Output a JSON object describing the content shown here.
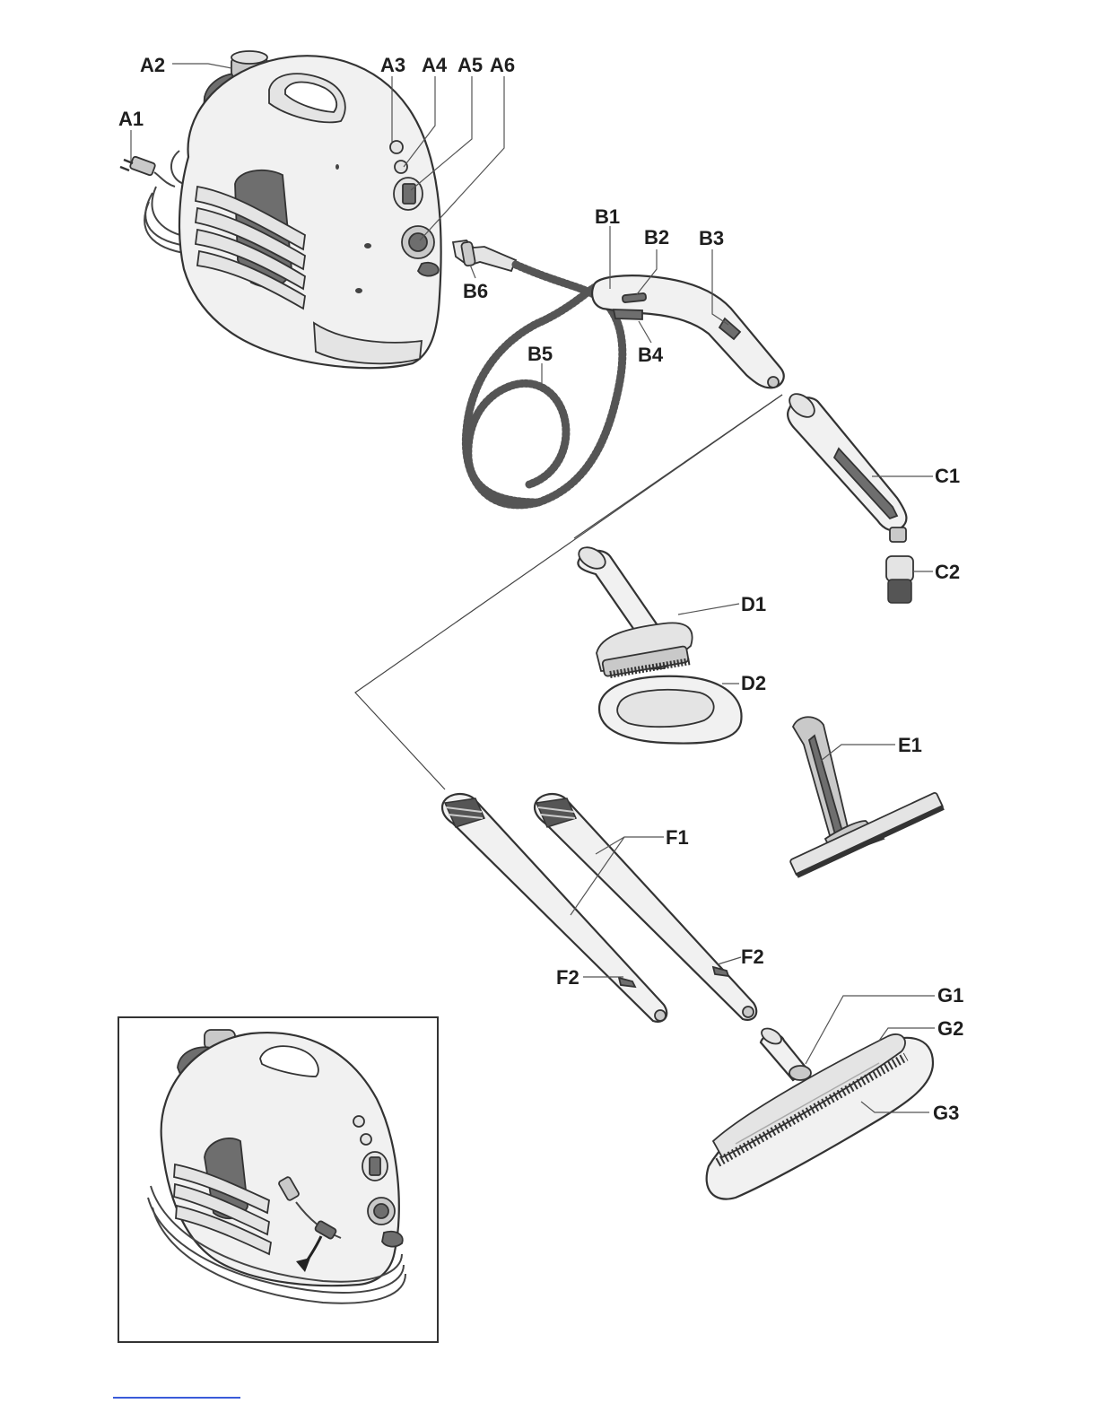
{
  "labels": {
    "A1": "A1",
    "A2": "A2",
    "A3": "A3",
    "A4": "A4",
    "A5": "A5",
    "A6": "A6",
    "B1": "B1",
    "B2": "B2",
    "B3": "B3",
    "B4": "B4",
    "B5": "B5",
    "B6": "B6",
    "C1": "C1",
    "C2": "C2",
    "D1": "D1",
    "D2": "D2",
    "E1": "E1",
    "F1": "F1",
    "F2a": "F2",
    "F2b": "F2",
    "G1": "G1",
    "G2": "G2",
    "G3": "G3"
  }
}
